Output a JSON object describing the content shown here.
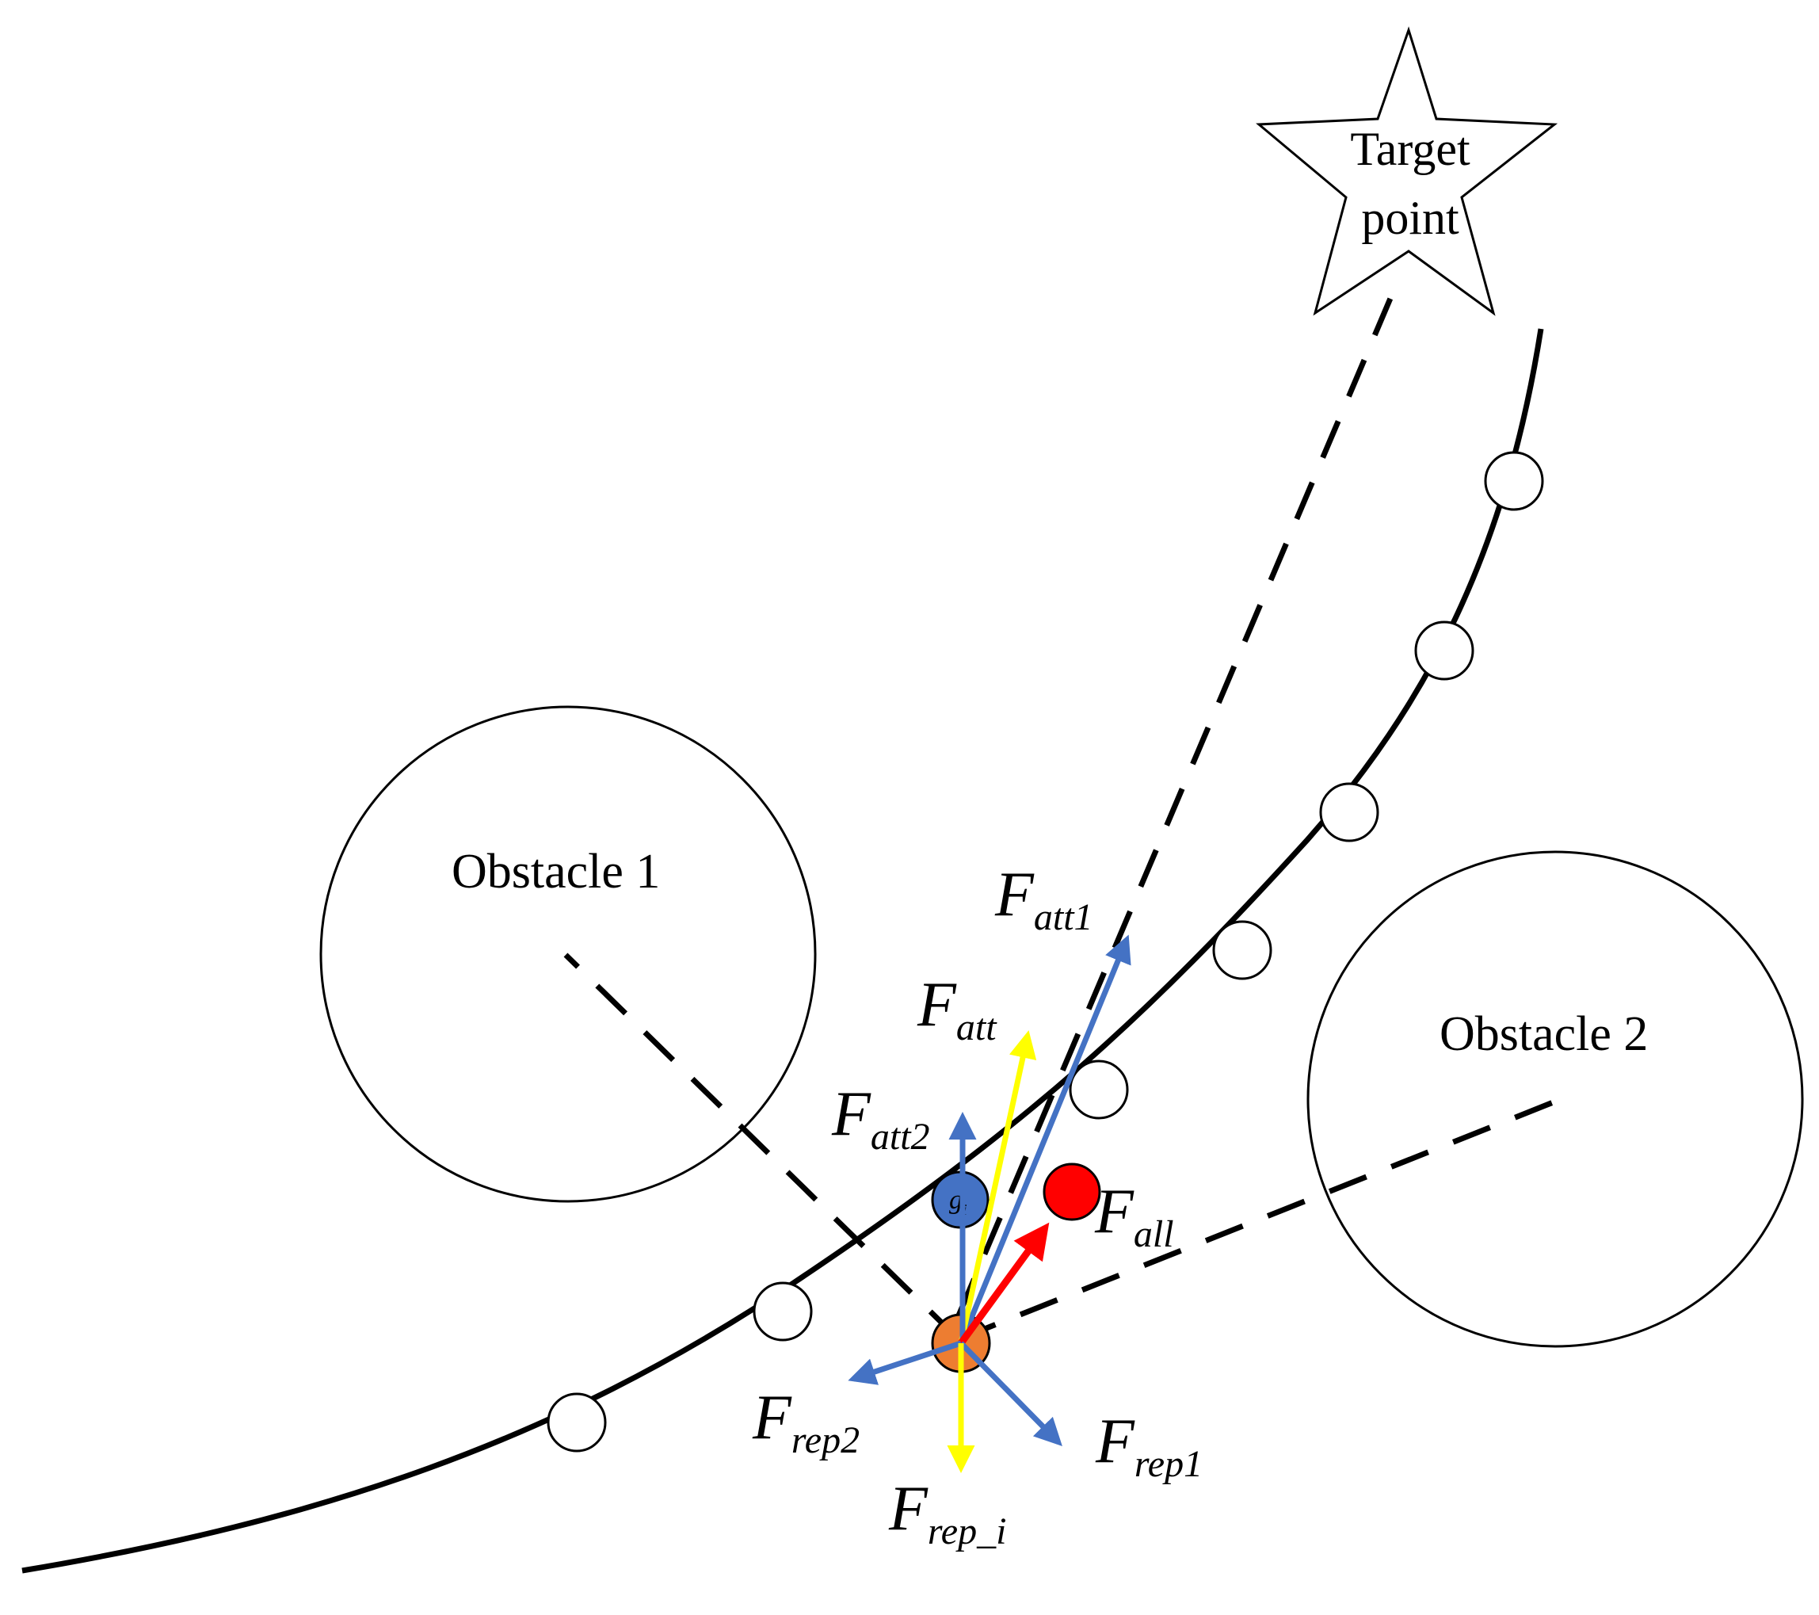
{
  "target": {
    "line1": "Target",
    "line2": "point"
  },
  "obstacles": {
    "o1": "Obstacle 1",
    "o2": "Obstacle 2"
  },
  "particle": {
    "gi_main": "g",
    "gi_sub": "i"
  },
  "forces": {
    "att1": {
      "main": "F",
      "sub": "att1"
    },
    "att": {
      "main": "F",
      "sub": "att"
    },
    "att2": {
      "main": "F",
      "sub": "att2"
    },
    "all": {
      "main": "F",
      "sub": "all"
    },
    "rep2": {
      "main": "F",
      "sub": "rep2"
    },
    "rep1": {
      "main": "F",
      "sub": "rep1"
    },
    "rep_i": {
      "main": "F",
      "sub": "rep_i"
    }
  },
  "colors": {
    "blue": "#4472C4",
    "yellow": "#FFFF00",
    "red": "#FF0000",
    "orange": "#ED7D31",
    "stroke": "#000000"
  }
}
